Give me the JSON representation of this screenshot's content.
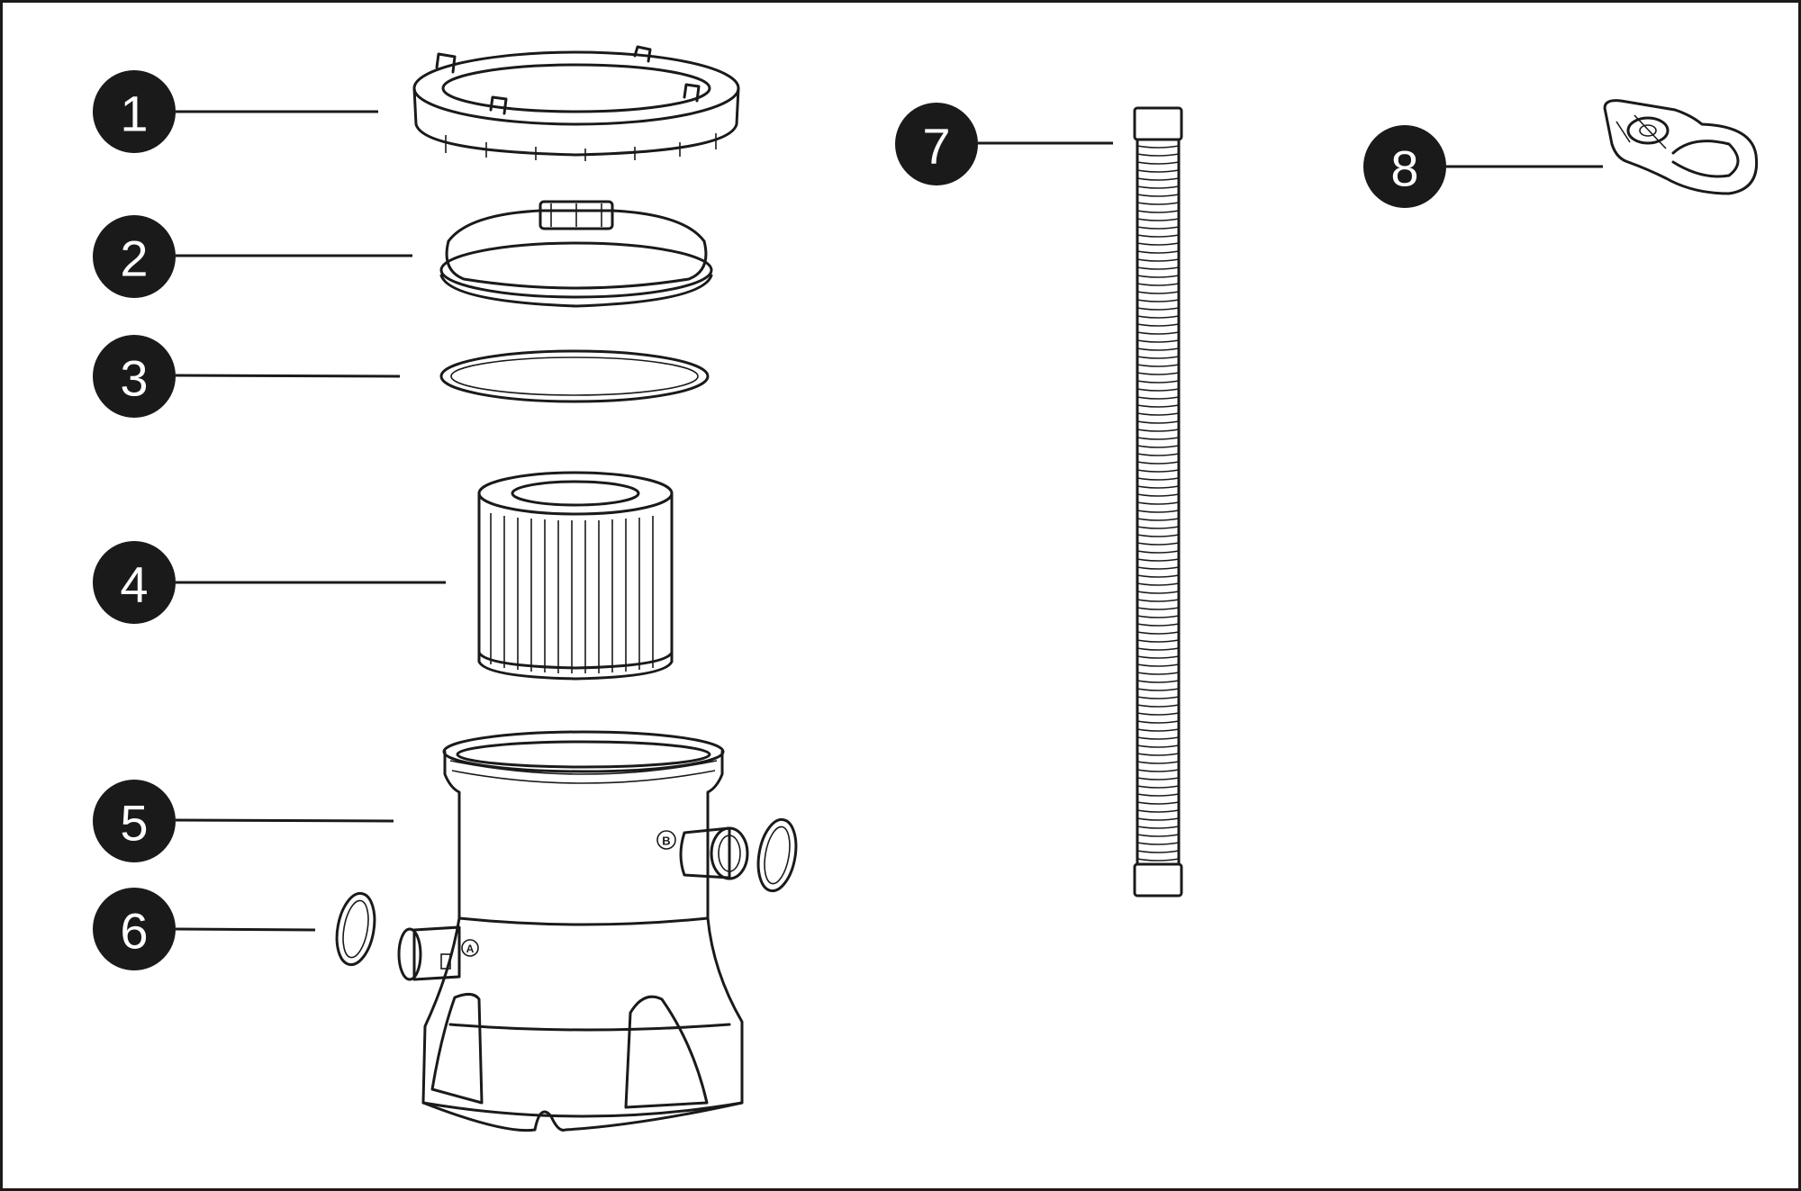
{
  "diagram": {
    "parts": [
      {
        "number": "1",
        "icon": "lock-ring-icon"
      },
      {
        "number": "2",
        "icon": "filter-cover-icon"
      },
      {
        "number": "3",
        "icon": "o-ring-icon"
      },
      {
        "number": "4",
        "icon": "filter-cartridge-icon"
      },
      {
        "number": "5",
        "icon": "filter-housing-icon"
      },
      {
        "number": "6",
        "icon": "port-o-ring-icon"
      },
      {
        "number": "7",
        "icon": "hose-icon"
      },
      {
        "number": "8",
        "icon": "hose-clamp-icon"
      }
    ],
    "port_labels": {
      "a": "A",
      "b": "B"
    },
    "colors": {
      "ink": "#1a1a1a",
      "background": "#ffffff",
      "callout_text": "#ffffff"
    }
  }
}
